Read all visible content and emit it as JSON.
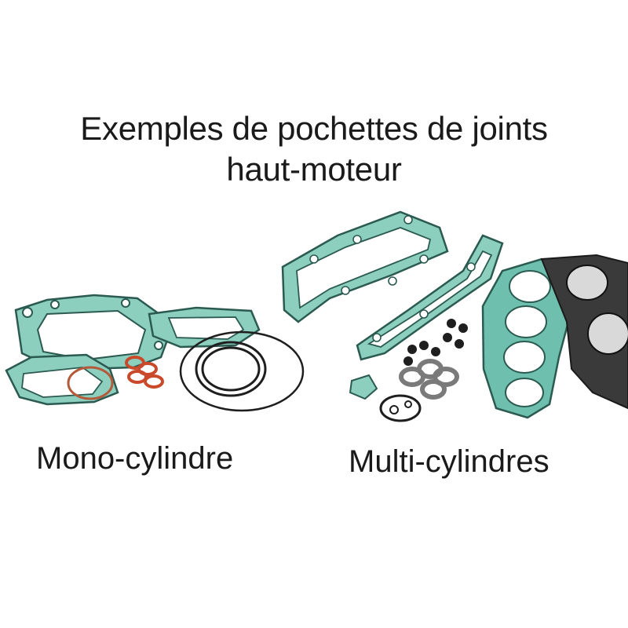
{
  "title": {
    "line1": "Exemples de pochettes de joints",
    "line2": "haut-moteur"
  },
  "labels": {
    "mono": "Mono-cylindre",
    "multi": "Multi-cylindres"
  },
  "colors": {
    "gasket_green": "#6fbfae",
    "gasket_dark": "#2a2a2a",
    "copper_seal": "#c94a2a",
    "metal_grey": "#8a8a8a"
  }
}
